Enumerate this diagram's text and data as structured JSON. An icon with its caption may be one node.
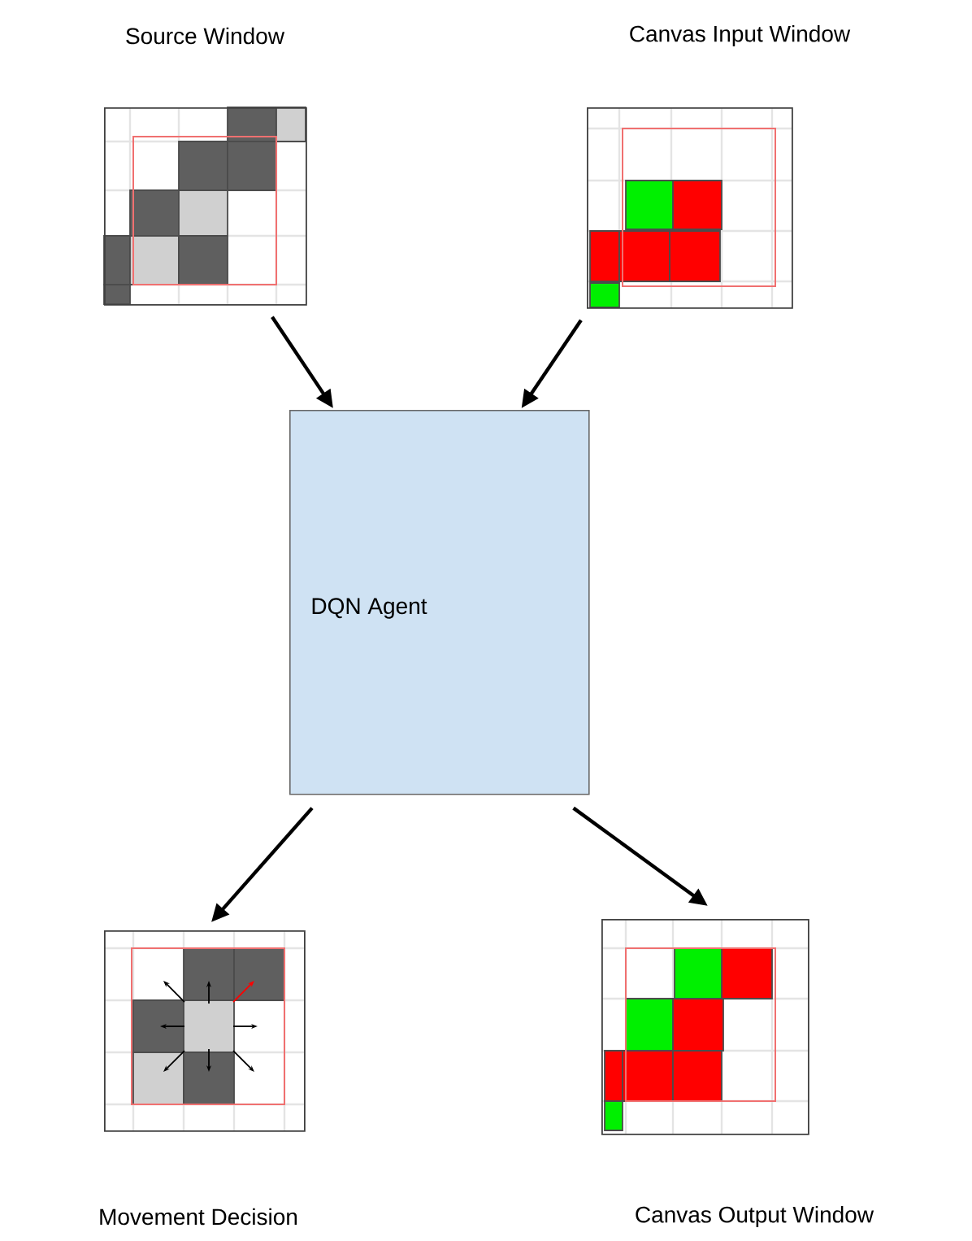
{
  "diagram": {
    "nodes": [
      {
        "text": [
          "Source Window"
        ]
      },
      {
        "text": [
          "Canvas Input Window"
        ]
      },
      {
        "text": [
          "DQN Agent"
        ]
      },
      {
        "text": [
          "Movement Decision"
        ]
      },
      {
        "text": [
          "Canvas Output Window"
        ]
      }
    ],
    "edges": [
      {
        "from": 0,
        "to": 2,
        "arrow": "to"
      },
      {
        "from": 1,
        "to": 2,
        "arrow": "to"
      },
      {
        "from": 2,
        "to": 3,
        "arrow": "to"
      },
      {
        "from": 2,
        "to": 4,
        "arrow": "to"
      }
    ]
  }
}
